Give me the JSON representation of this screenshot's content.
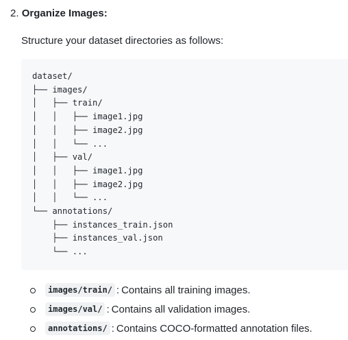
{
  "step": {
    "number": "2.",
    "title": "Organize Images:"
  },
  "intro": "Structure your dataset directories as follows:",
  "code_block": {
    "lines": [
      "dataset/",
      "├── images/",
      "│   ├── train/",
      "│   │   ├── image1.jpg",
      "│   │   ├── image2.jpg",
      "│   │   └── ...",
      "│   ├── val/",
      "│   │   ├── image1.jpg",
      "│   │   ├── image2.jpg",
      "│   │   └── ...",
      "└── annotations/",
      "    ├── instances_train.json",
      "    ├── instances_val.json",
      "    └── ..."
    ]
  },
  "descriptions": [
    {
      "code": "images/train/",
      "separator": ":",
      "text": "Contains all training images."
    },
    {
      "code": "images/val/",
      "separator": ":",
      "text": "Contains all validation images."
    },
    {
      "code": "annotations/",
      "separator": ":",
      "text": "Contains COCO-formatted annotation files."
    }
  ]
}
